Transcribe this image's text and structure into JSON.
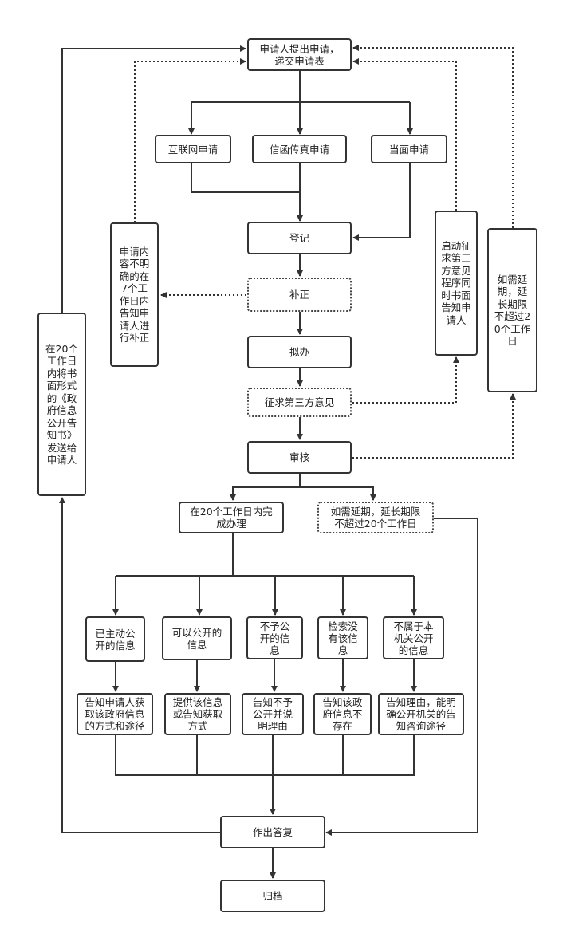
{
  "nodes": {
    "apply": "申请人提出申请，\n递交申请表",
    "internet": "互联网申请",
    "letter": "信函传真申请",
    "inperson": "当面申请",
    "register": "登记",
    "correct": "补正",
    "handle": "拟办",
    "third_party": "征求第三方意见",
    "review": "审核",
    "complete20": "在20个工作日内完\n成办理",
    "extend": "如需延期，延长期限\n不超过20个工作日",
    "unclear": "申请内容不明确的在7个工作日内告知申请人进行补正",
    "third_notify": "启动征求第三方意见程序同时书面告知申请人",
    "extend_note": "如需延期，延长期限不超过20个工作日",
    "notice_send": "在20个工作日内将书面形式的《政府信息公开告知书》发送给申请人",
    "cat1": "已主动公\n开的信息",
    "cat2": "可以公开的\n信息",
    "cat3": "不予公\n开的信\n息",
    "cat4": "检索没\n有该信\n息",
    "cat5": "不属于本\n机关公开\n的信息",
    "res1": "告知申请人获\n取该政府信息\n的方式和途径",
    "res2": "提供该信息\n或告知获取\n方式",
    "res3": "告知不予\n公开并说\n明理由",
    "res4": "告知该政\n府信息不\n存在",
    "res5": "告知理由，能明\n确公开机关的告\n知咨询途径",
    "reply": "作出答复",
    "archive": "归档"
  }
}
